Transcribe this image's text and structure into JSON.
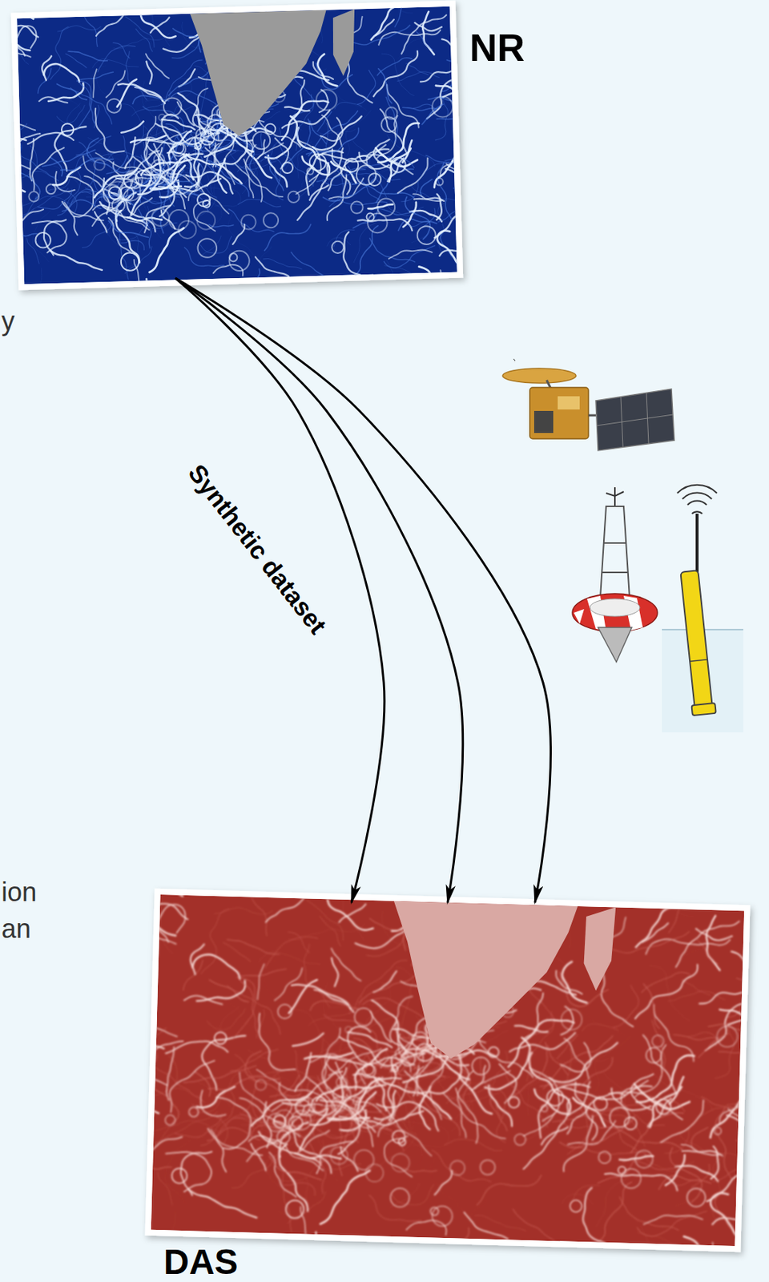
{
  "diagram": {
    "nodes": [
      {
        "text": [
          "NR"
        ]
      },
      {
        "text": [
          "DAS"
        ]
      }
    ],
    "edges": [
      {
        "from": 0,
        "to": 1,
        "arrow": "to",
        "label": "Synthetic dataset"
      },
      {
        "from": 0,
        "to": 1,
        "arrow": "to"
      },
      {
        "from": 0,
        "to": 1,
        "arrow": "to"
      }
    ],
    "labels": [
      "y",
      "ion",
      "an"
    ]
  }
}
